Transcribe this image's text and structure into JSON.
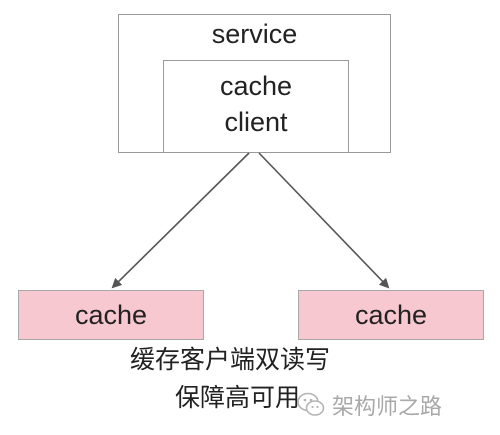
{
  "diagram": {
    "service_label": "service",
    "client_line_1": "cache",
    "client_line_2": "client",
    "cache_left_label": "cache",
    "cache_right_label": "cache",
    "caption_line_1": "缓存客户端双读写",
    "caption_line_2": "保障高可用",
    "watermark_text": "架构师之路"
  },
  "colors": {
    "cache_fill": "#f7c8cf",
    "box_border": "#9a9a9a",
    "arrow": "#555555"
  },
  "icons": {
    "watermark": "wechat-logo-icon"
  }
}
